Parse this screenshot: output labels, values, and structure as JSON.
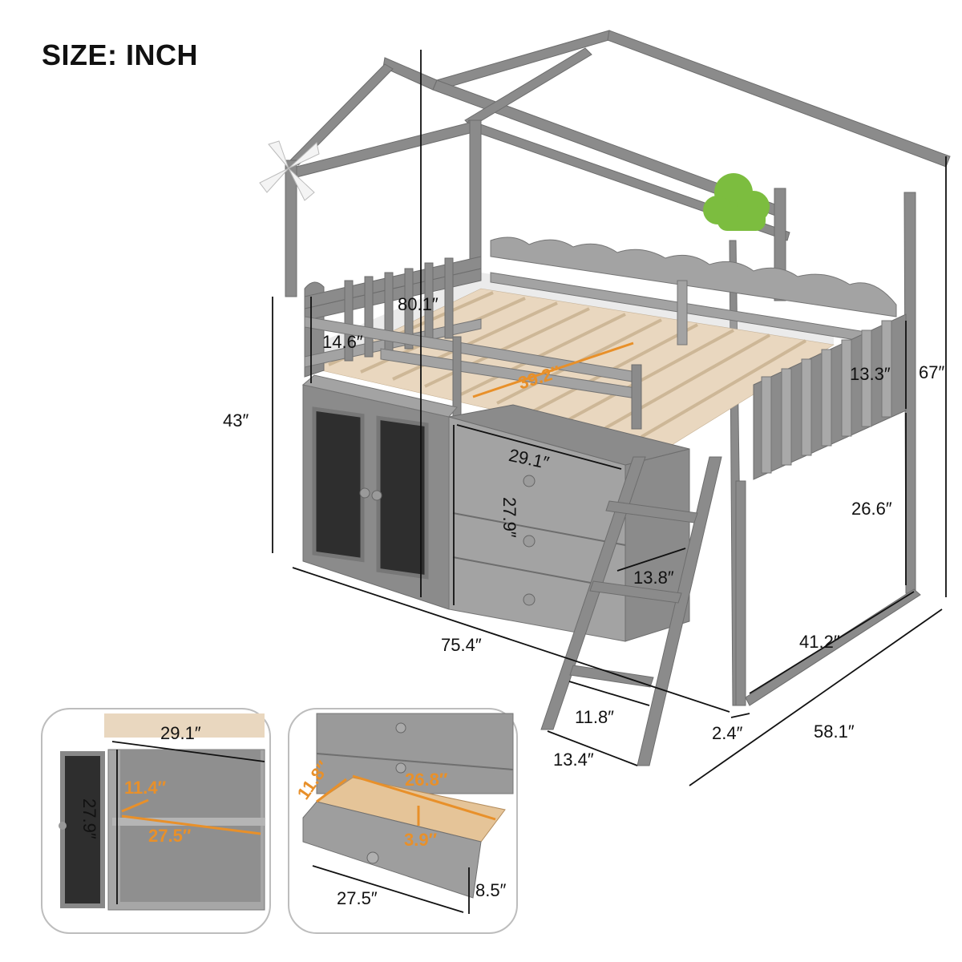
{
  "header": {
    "title": "SIZE: INCH"
  },
  "dimensions": {
    "overall_height": "80.1″",
    "roof_height": "67″",
    "platform_height": "43″",
    "guardrail_left": "14.6″",
    "guardrail_right": "13.3″",
    "mattress_width": "39.2″",
    "dresser_width": "29.1″",
    "dresser_height": "27.9″",
    "dresser_depth": "13.8″",
    "under_clearance": "26.6″",
    "length": "75.4″",
    "width_inner": "41.2″",
    "width_total": "58.1″",
    "post_gap": "2.4″",
    "ladder_step": "11.8″",
    "ladder_base": "13.4″"
  },
  "inset_cabinet": {
    "width": "29.1″",
    "height": "27.9″",
    "shelf_depth": "11.4″",
    "shelf_width": "27.5″"
  },
  "inset_drawer": {
    "depth": "11.8″",
    "inner_width": "26.8″",
    "inner_height": "3.9″",
    "front_width": "27.5″",
    "front_height": "8.5″"
  },
  "colors": {
    "frame": "#8b8b8b",
    "slats": "#e9d7bf",
    "chalkboard": "#2e2e2e",
    "cloud": "#7cbd3f",
    "accent": "#e8902a"
  }
}
